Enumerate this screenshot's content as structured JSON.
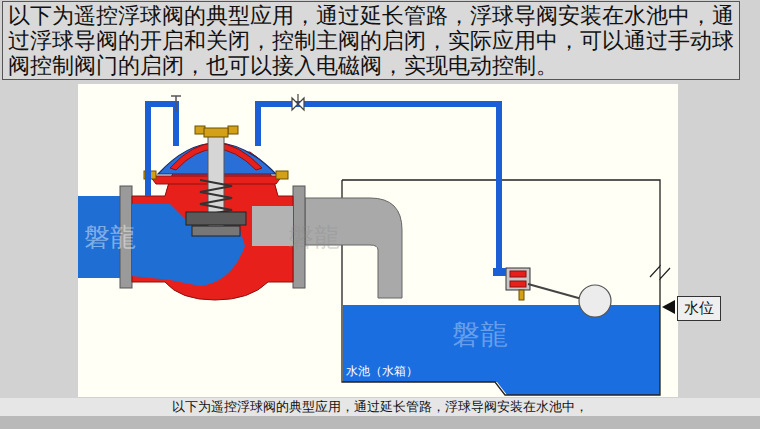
{
  "diagram": {
    "title": "以下为遥控浮球阀的典型应用，通过延长管路，浮球导阀安装在水池中，通过浮球导阀的开启和关闭，控制主阀的启闭，实际应用中，可以通过手动球阀控制阀门的启闭，也可以接入电磁阀，实现电动控制。",
    "caption": "以下为遥控浮球阀的典型应用，通过延长管路，浮球导阀安装在水池中，",
    "nodes": [
      {
        "text": [
          "水位"
        ]
      }
    ],
    "labels": [
      "水池（水箱）",
      "磐龍",
      "磐龍",
      "磐龍"
    ]
  }
}
